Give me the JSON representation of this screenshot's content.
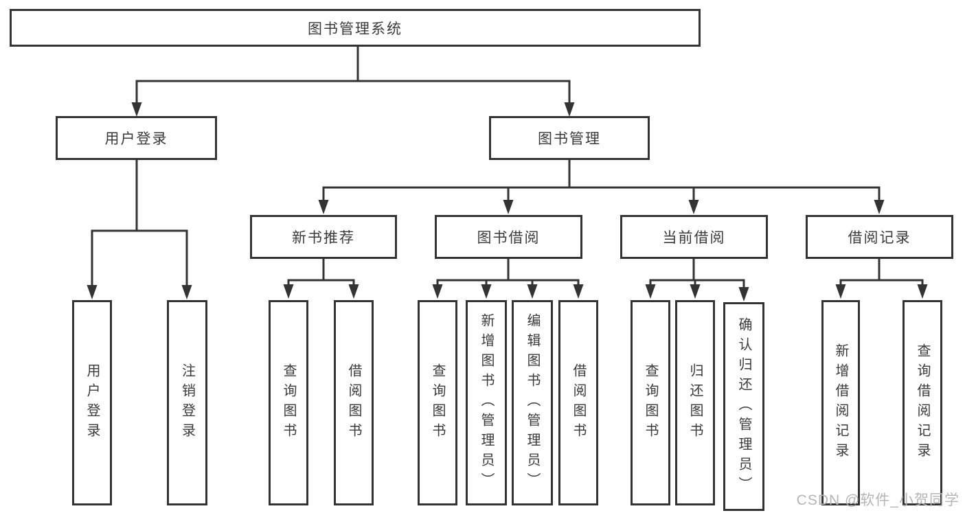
{
  "diagram": {
    "root": {
      "label": "图书管理系统"
    },
    "level2": {
      "user_login": {
        "label": "用户登录"
      },
      "book_management": {
        "label": "图书管理"
      }
    },
    "user_login_children": {
      "login": {
        "label": "用户登录"
      },
      "logout": {
        "label": "注销登录"
      }
    },
    "book_management_children": {
      "new_book_recommend": {
        "label": "新书推荐"
      },
      "book_borrow": {
        "label": "图书借阅"
      },
      "current_borrow": {
        "label": "当前借阅"
      },
      "borrow_record": {
        "label": "借阅记录"
      }
    },
    "new_book_recommend_children": {
      "query_book": {
        "label": "查询图书"
      },
      "borrow_book": {
        "label": "借阅图书"
      }
    },
    "book_borrow_children": {
      "query_book": {
        "label": "查询图书"
      },
      "add_book": {
        "label": "新增图书（管理员）"
      },
      "edit_book": {
        "label": "编辑图书（管理员）"
      },
      "borrow_book": {
        "label": "借阅图书"
      }
    },
    "current_borrow_children": {
      "query_book": {
        "label": "查询图书"
      },
      "return_book": {
        "label": "归还图书"
      },
      "confirm_return": {
        "label": "确认归还（管理员）"
      }
    },
    "borrow_record_children": {
      "add_record": {
        "label": "新增借阅记录"
      },
      "query_record": {
        "label": "查询借阅记录"
      }
    }
  },
  "watermark": {
    "text": "CSDN @软件_小贺同学"
  },
  "colors": {
    "line": "#333333",
    "border": "#333333",
    "text": "#3a3a3a",
    "background": "#ffffff",
    "watermark": "#b5b5b5"
  }
}
